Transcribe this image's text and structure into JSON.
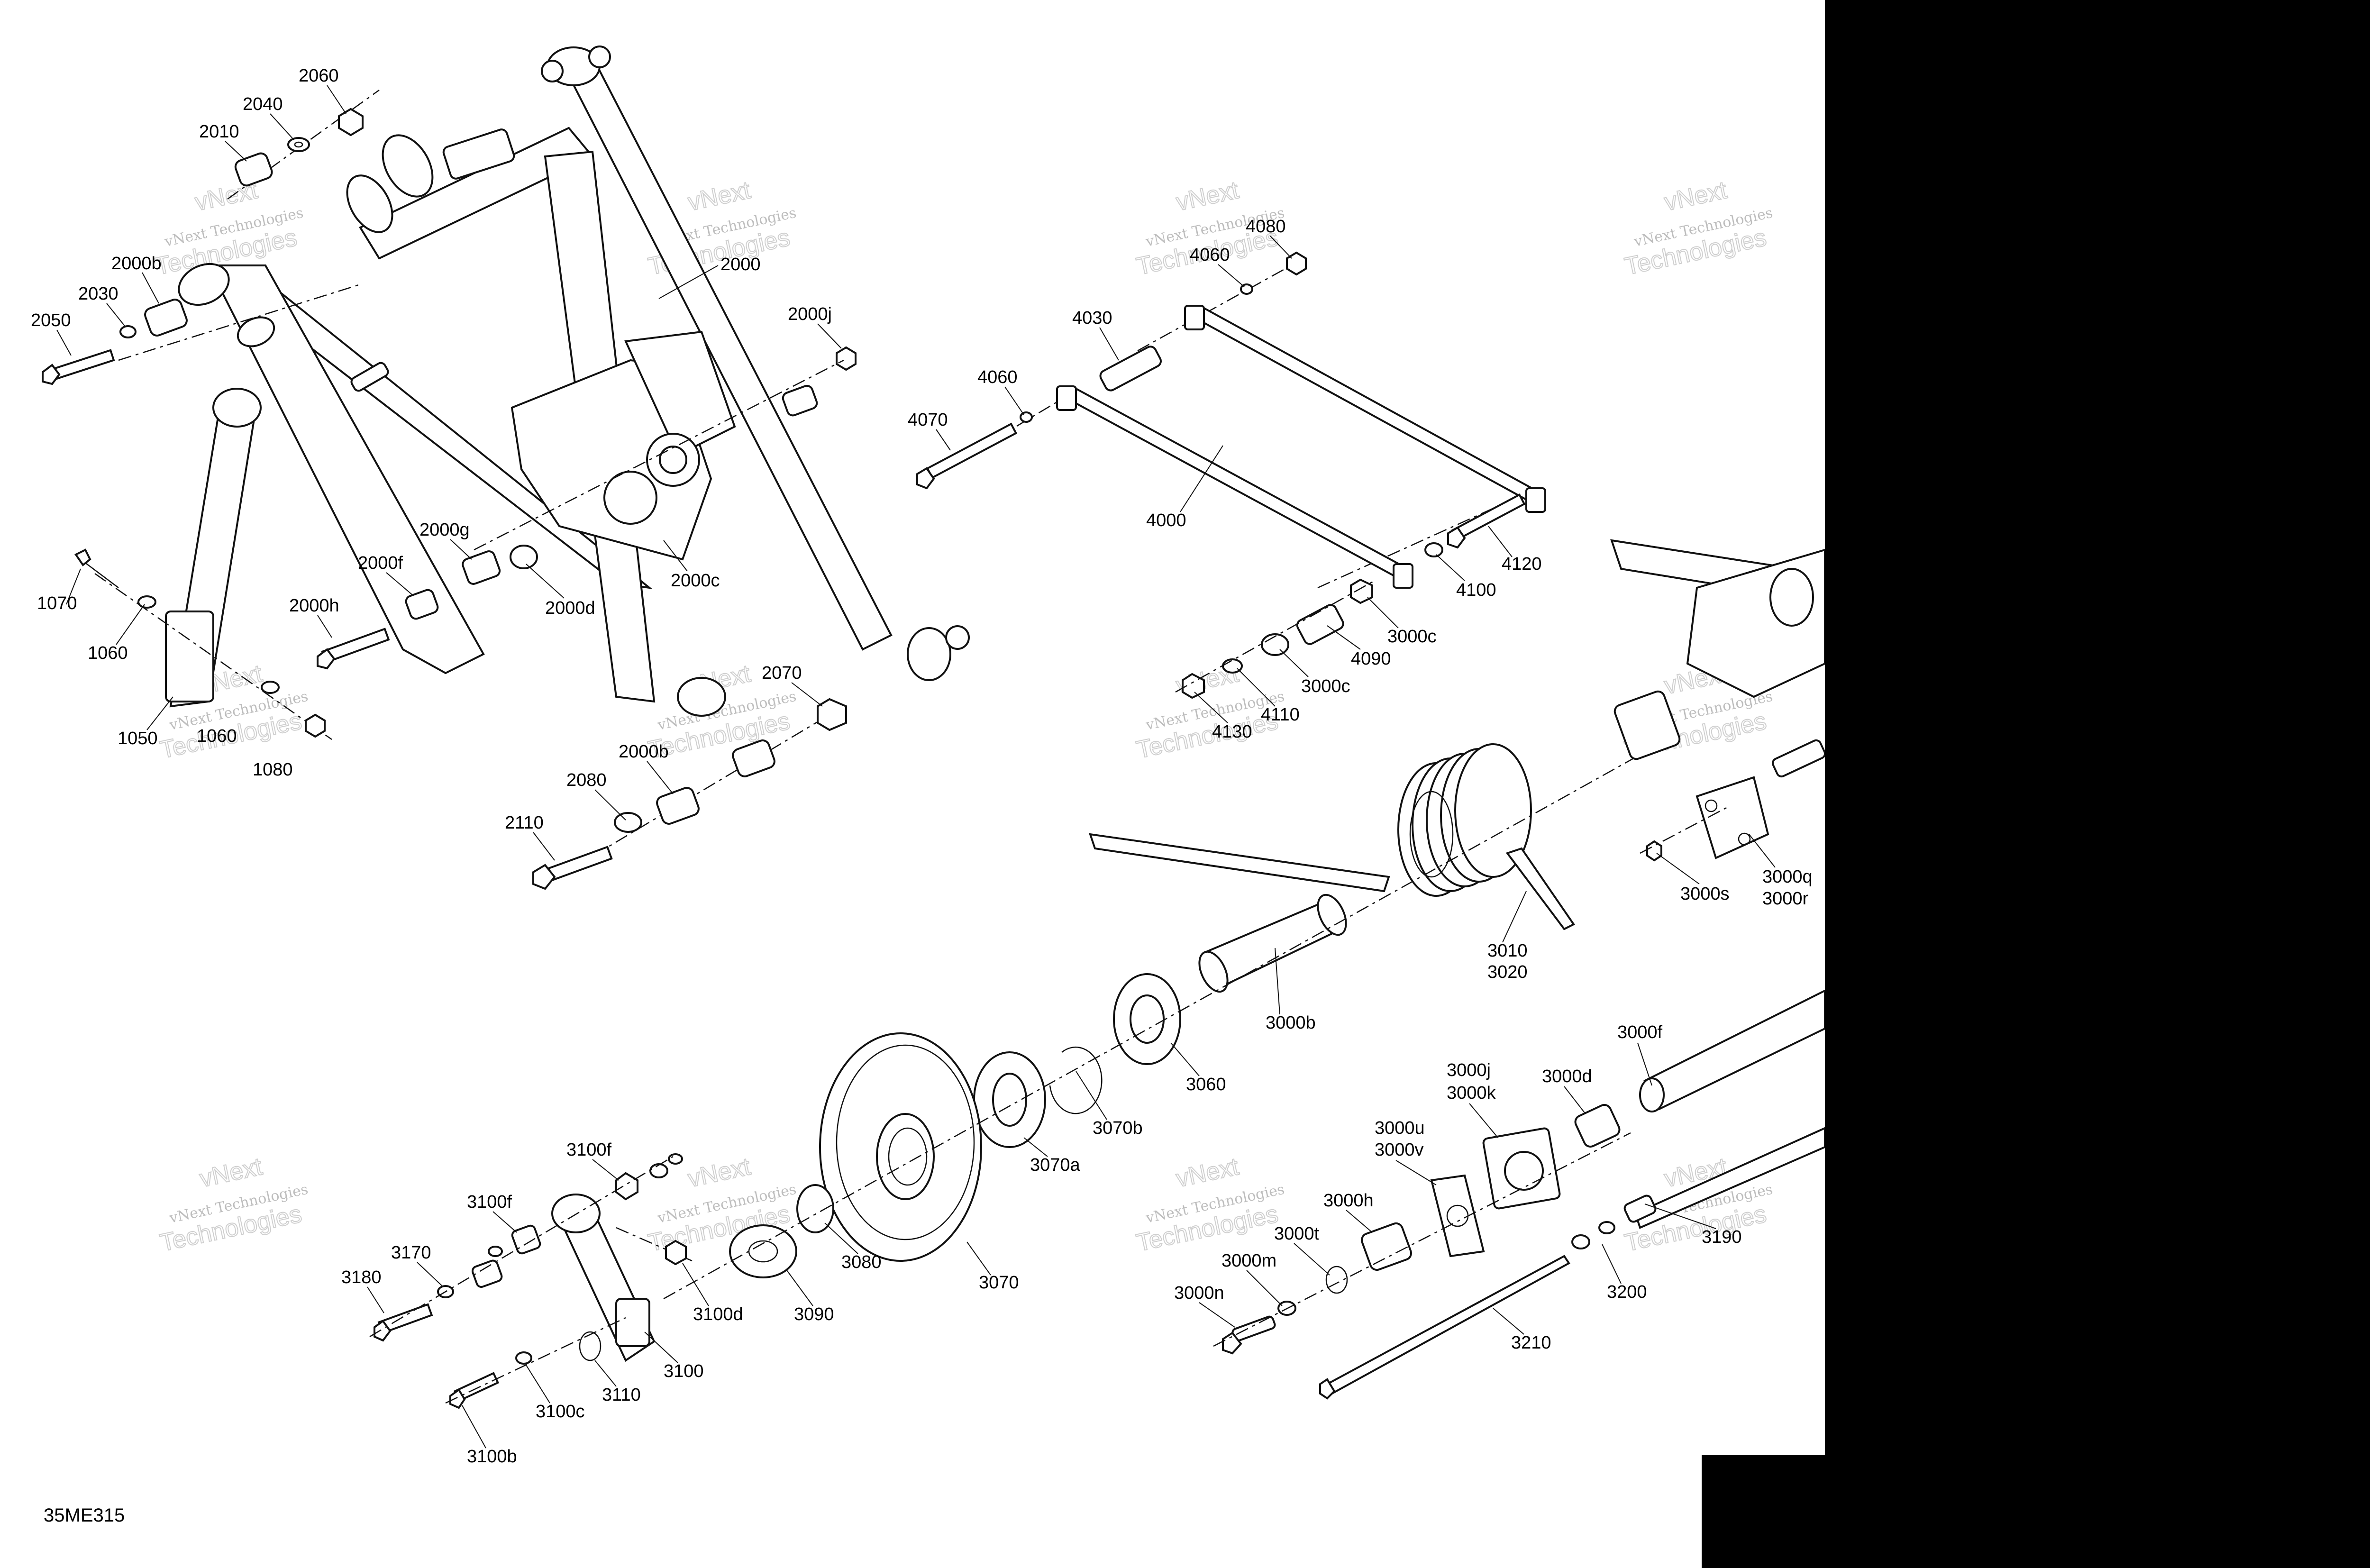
{
  "figure_id": "35ME315",
  "watermark": {
    "line1": "vNext Technologies",
    "line2": "vNext",
    "line3": "Technologies"
  },
  "callouts": {
    "c2060": "2060",
    "c2040": "2040",
    "c2010": "2010",
    "c2000b_top": "2000b",
    "c2030": "2030",
    "c2050": "2050",
    "c2000": "2000",
    "c2000j": "2000j",
    "c2000g": "2000g",
    "c2000f": "2000f",
    "c2000c": "2000c",
    "c2000d": "2000d",
    "c2000h": "2000h",
    "c1070": "1070",
    "c1060_a": "1060",
    "c1050": "1050",
    "c1060_b": "1060",
    "c1080": "1080",
    "c2070": "2070",
    "c2000b_bot": "2000b",
    "c2080": "2080",
    "c2110": "2110",
    "c4080": "4080",
    "c4060_a": "4060",
    "c4030": "4030",
    "c4060_b": "4060",
    "c4070": "4070",
    "c4000": "4000",
    "c4120": "4120",
    "c4100": "4100",
    "c3000c_a": "3000c",
    "c4090": "4090",
    "c3000c_b": "3000c",
    "c4110": "4110",
    "c4130": "4130",
    "c3000s": "3000s",
    "c3000q": "3000q",
    "c3000r": "3000r",
    "c3010": "3010",
    "c3020": "3020",
    "c3000b": "3000b",
    "c3060": "3060",
    "c3070b": "3070b",
    "c3070a": "3070a",
    "c3070": "3070",
    "c3080": "3080",
    "c3090": "3090",
    "c3000f": "3000f",
    "c3000j": "3000j",
    "c3000k": "3000k",
    "c3000d": "3000d",
    "c3000u": "3000u",
    "c3000v": "3000v",
    "c3000h": "3000h",
    "c3000t": "3000t",
    "c3000m": "3000m",
    "c3000n": "3000n",
    "c3190": "3190",
    "c3200": "3200",
    "c3210": "3210",
    "c3100f_a": "3100f",
    "c3100f_b": "3100f",
    "c3170": "3170",
    "c3180": "3180",
    "c3100d": "3100d",
    "c3100": "3100",
    "c3110": "3110",
    "c3100c": "3100c",
    "c3100b": "3100b"
  }
}
